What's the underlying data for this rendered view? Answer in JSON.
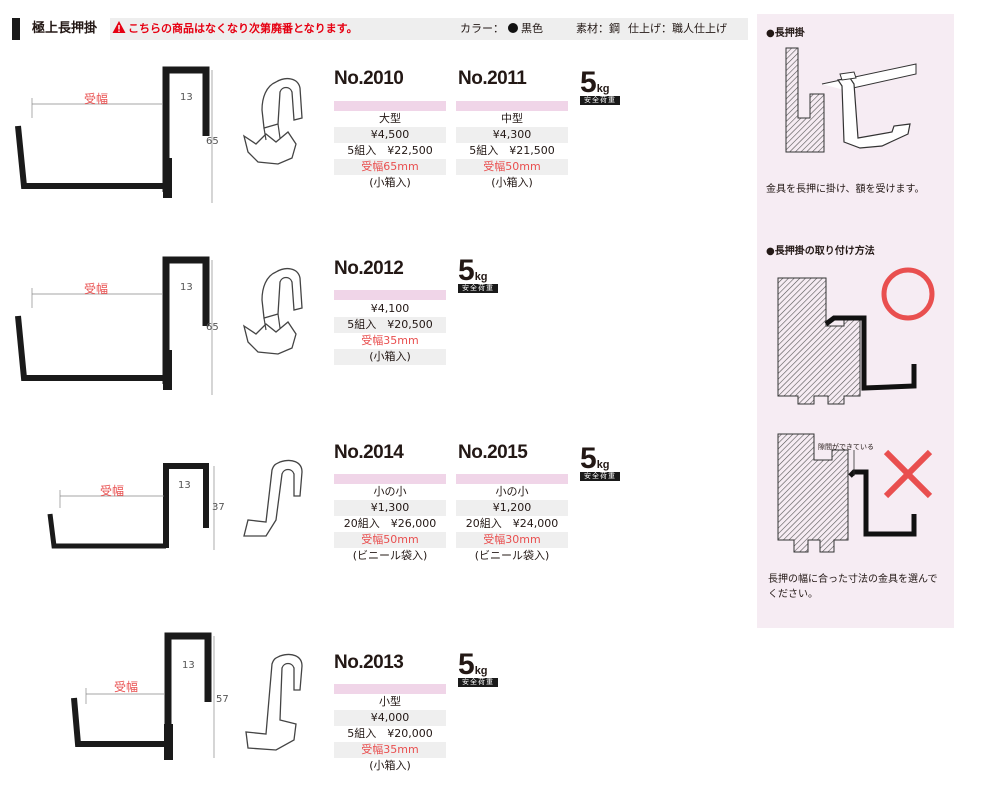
{
  "header": {
    "title": "極上長押掛",
    "warning": "こちらの商品はなくなり次第廃番となります。",
    "color_label": "カラー：",
    "color_value": "黒色",
    "material": "素材：鋼",
    "finish": "仕上げ：職人仕上げ"
  },
  "diagram_labels": {
    "ukehaba": "受幅",
    "d13": "13",
    "d65": "65",
    "d37": "37",
    "d57": "57"
  },
  "products": [
    {
      "no": "No.2010",
      "size": "大型",
      "price": "¥4,500",
      "set": "5組入　¥22,500",
      "width": "受幅65mm",
      "pack": "(小箱入)"
    },
    {
      "no": "No.2011",
      "size": "中型",
      "price": "¥4,300",
      "set": "5組入　¥21,500",
      "width": "受幅50mm",
      "pack": "(小箱入)"
    },
    {
      "no": "No.2012",
      "size": "",
      "price": "¥4,100",
      "set": "5組入　¥20,500",
      "width": "受幅35mm",
      "pack": "(小箱入)"
    },
    {
      "no": "No.2014",
      "size": "小の小",
      "price": "¥1,300",
      "set": "20組入　¥26,000",
      "width": "受幅50mm",
      "pack": "(ビニール袋入)"
    },
    {
      "no": "No.2015",
      "size": "小の小",
      "price": "¥1,200",
      "set": "20組入　¥24,000",
      "width": "受幅30mm",
      "pack": "(ビニール袋入)"
    },
    {
      "no": "No.2013",
      "size": "小型",
      "price": "¥4,000",
      "set": "5組入　¥20,000",
      "width": "受幅35mm",
      "pack": "(小箱入)"
    }
  ],
  "load": {
    "num": "5",
    "unit": "kg",
    "label": "安全荷重"
  },
  "panel": {
    "section1_title": "●長押掛",
    "section1_text": "金具を長押に掛け、額を受けます。",
    "section2_title": "●長押掛の取り付け方法",
    "gap_label": "隙間ができている",
    "section2_text_1": "長押の幅に合った寸法の金具を選んで",
    "section2_text_2": "ください。"
  },
  "colors": {
    "accent_red": "#e60012",
    "pink_bar": "#f0d5e8",
    "panel_bg": "#f6ecf3"
  }
}
